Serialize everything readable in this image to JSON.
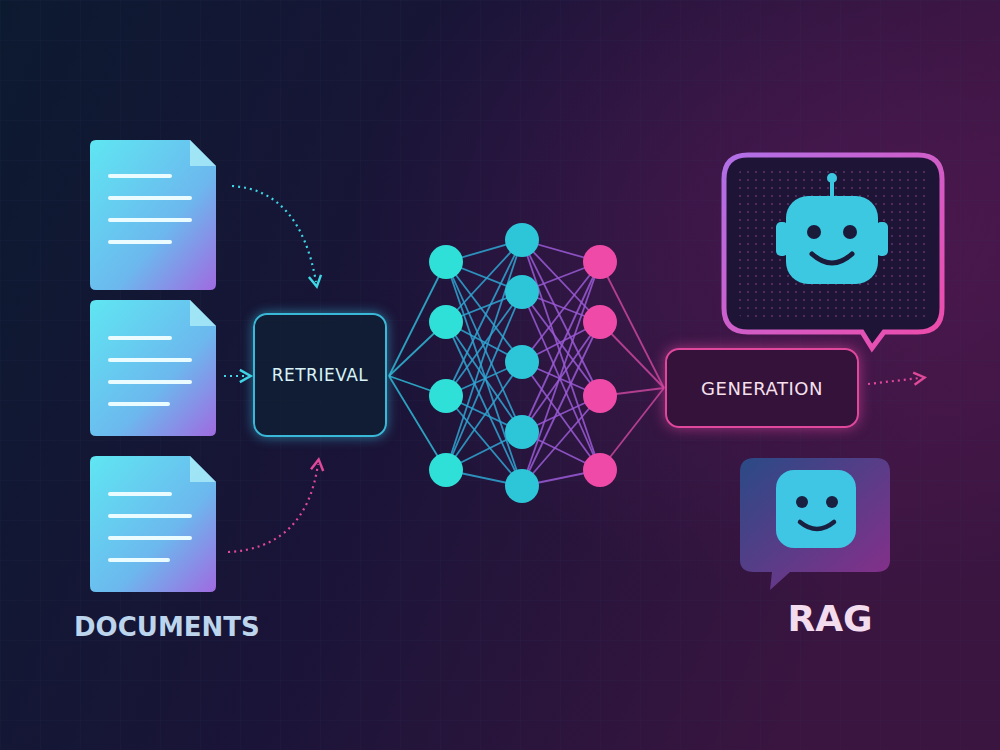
{
  "diagram": {
    "nodes": [
      {
        "text": [
          "RETRIEVAL"
        ]
      },
      {
        "text": [
          "GENERATION"
        ]
      }
    ],
    "labels": [
      "DOCUMENTS",
      "RAG"
    ]
  }
}
